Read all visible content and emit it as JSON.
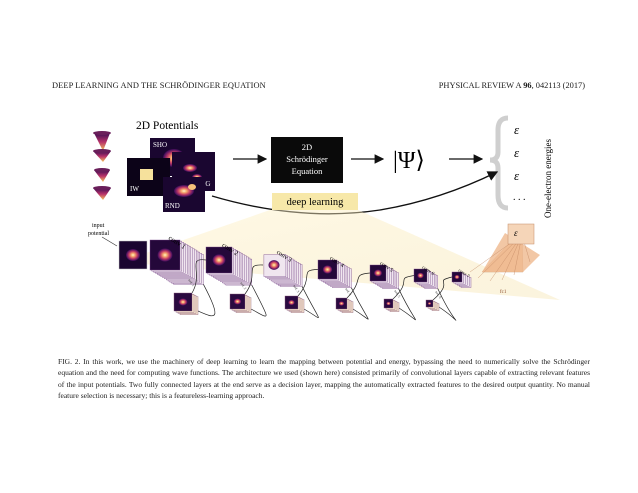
{
  "header": {
    "journal_left": "DEEP LEARNING AND THE SCHRÖDINGER EQUATION",
    "journal_right_prefix": "PHYSICAL REVIEW A ",
    "journal_right_volume": "96",
    "journal_right_suffix": ", 042113 (2017)"
  },
  "figure": {
    "potentials_title": "2D Potentials",
    "potential_labels": [
      "SHO",
      "IW",
      "DIG",
      "RND"
    ],
    "box_lines": [
      "2D",
      "Schrödinger",
      "Equation"
    ],
    "psi": "|Ψ⟩",
    "epsilon": "ε",
    "dots": ". . .",
    "energies_label": "One-electron energies",
    "dl_label": "deep learning",
    "input_label_1": "input",
    "input_label_2": "potential",
    "conv_labels": [
      "conv 1",
      "conv 2",
      "conv 3",
      "conv 4",
      "conv 5",
      "conv 6",
      "conv 7"
    ],
    "red_labels": [
      "red. 1",
      "red. 2",
      "red. 3",
      "red. 4",
      "red. 5",
      "red. 6"
    ],
    "fc_labels": [
      "fc1",
      "fc2"
    ]
  },
  "caption": {
    "label": "FIG. 2.",
    "text": " In this work, we use the machinery of deep learning to learn the mapping between potential and energy, bypassing the need to numerically solve the Schrödinger equation and the need for computing wave functions. The architecture we used (shown here) consisted primarily of convolutional layers capable of extracting relevant features of the input potentials. Two fully connected layers at the end serve as a decision layer, mapping the automatically extracted features to the desired output quantity. No manual feature selection is necessary; this is a featureless-learning approach."
  }
}
